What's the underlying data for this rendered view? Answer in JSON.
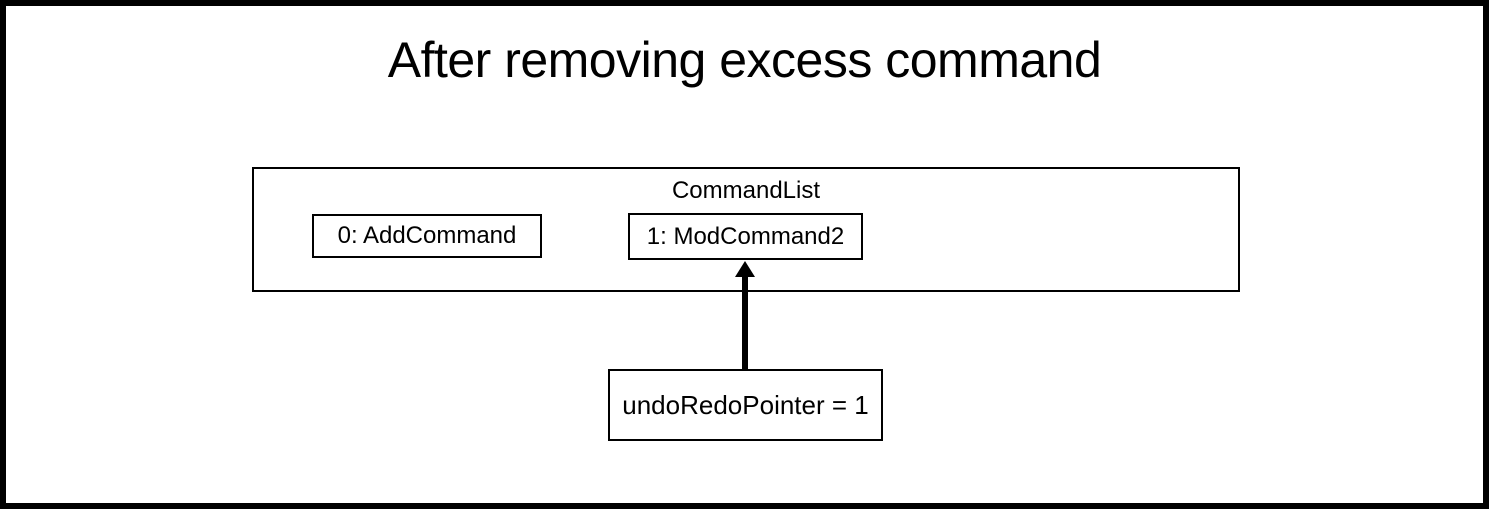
{
  "slide": {
    "title": "After removing excess command"
  },
  "command_list": {
    "label": "CommandList",
    "items": [
      {
        "label": "0: AddCommand"
      },
      {
        "label": "1: ModCommand2"
      }
    ]
  },
  "pointer": {
    "label": "undoRedoPointer = 1",
    "arrow": {
      "from": "undoRedoPointer box",
      "to": "1: ModCommand2",
      "direction": "up"
    }
  },
  "colors": {
    "foreground": "#000000",
    "background": "#ffffff"
  }
}
